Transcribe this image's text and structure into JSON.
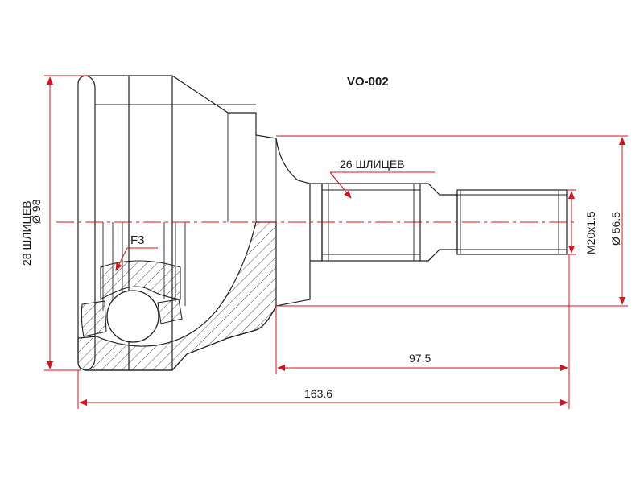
{
  "title": "VO-002",
  "labels": {
    "outer_splines": "28 ШЛИЦЕВ",
    "outer_diameter": "Ø 98",
    "inner_splines": "26 ШЛИЦЕВ",
    "thread": "M20x1.5",
    "shaft_diameter": "Ø 56.5",
    "feature": "F3"
  },
  "dimensions": {
    "shaft_length": "97.5",
    "total_length": "163.6"
  },
  "colors": {
    "dimension": "#d4141c",
    "outline": "#222222"
  }
}
